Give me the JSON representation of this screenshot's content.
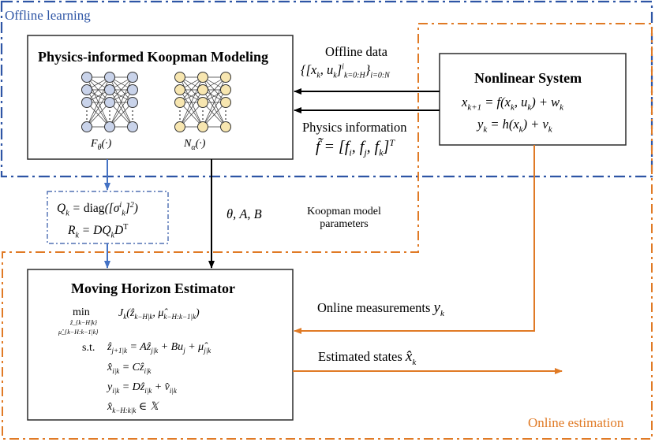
{
  "regions": {
    "offline": "Offline learning",
    "online": "Online estimation"
  },
  "koopman": {
    "title": "Physics-informed Koopman Modeling",
    "net1_label": "F_θ(·)",
    "net2_label": "N_α(·)"
  },
  "system": {
    "title": "Nonlinear System",
    "eq1": "x_{k+1} = f(x_k, u_k) + w_k",
    "eq2": "y_k = h(x_k) + v_k"
  },
  "links": {
    "offline_data_label": "Offline data",
    "offline_data_math": "{[x_k, u_k]^i_{k=0:H}}_{i=0:N}",
    "physics_label": "Physics information",
    "physics_math": "f̃ = [f_i, f_j, f_k]^T",
    "params_math": "θ, A, B",
    "params_label_line1": "Koopman model",
    "params_label_line2": "parameters",
    "online_meas_label": "Online measurements",
    "online_meas_math": "y_k",
    "est_states_label": "Estimated states",
    "est_states_math": "x̂_k"
  },
  "cov": {
    "eq1": "Q_k = diag([σ^i_k]^2)",
    "eq2": "R_k = D Q_k D^T"
  },
  "mhe": {
    "title": "Moving Horizon Estimator",
    "min_word": "min",
    "min_sub1": "ẑ_{k−H|k}",
    "min_sub2": "μ̂_{k−H:k−1|k}",
    "objective": "J_k(ẑ_{k−H|k}, μ̂_{k−H:k−1|k})",
    "st": "s.t.",
    "c1": "ẑ_{j+1|k} = Aẑ_{j|k} + Bu_j + μ̂_{j|k}",
    "c2": "x̂_{i|k} = Cẑ_{i|k}",
    "c3": "y_{i|k} = Dẑ_{i|k} + v̂_{i|k}",
    "c4": "x̂_{k−H:k|k} ∈ 𝕏"
  },
  "colors": {
    "blue": "#2e55a5",
    "orange": "#e07a25",
    "node_blue": "#c9d3ea",
    "node_yellow": "#f7e6b0"
  }
}
